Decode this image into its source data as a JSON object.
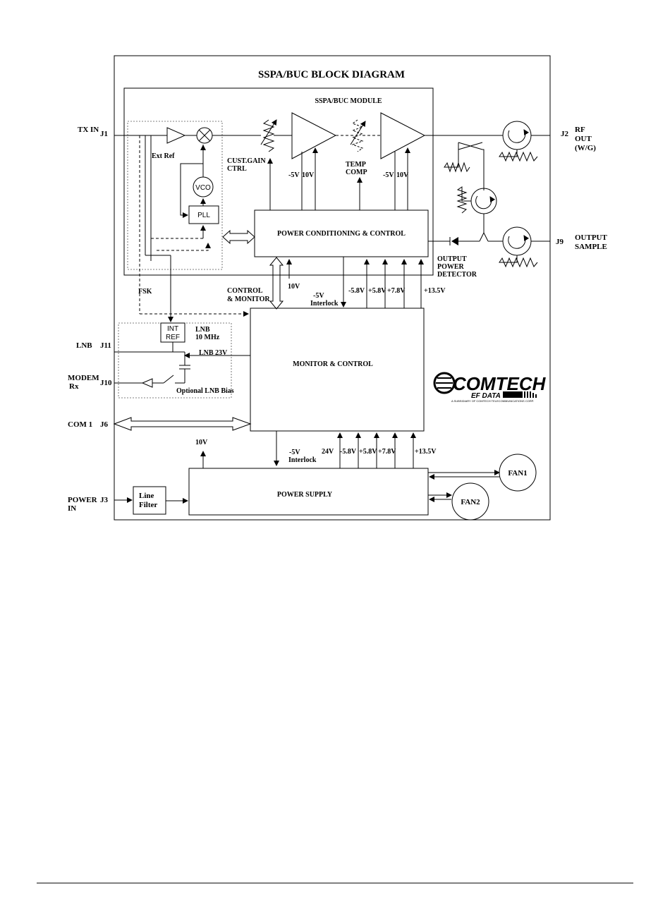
{
  "title": "SSPA/BUC BLOCK DIAGRAM",
  "module_title": "SSPA/BUC MODULE",
  "blocks": {
    "power_conditioning": "POWER CONDITIONING  & CONTROL",
    "monitor_control": "MONITOR & CONTROL",
    "power_supply": "POWER SUPPLY",
    "line_filter_1": "Line",
    "line_filter_2": "Filter",
    "vco": "VCO",
    "pll": "PLL",
    "int_ref_1": "INT",
    "int_ref_2": "REF",
    "fan1": "FAN1",
    "fan2": "FAN2"
  },
  "ports": {
    "tx_in": "TX IN",
    "j1": "J1",
    "j2": "J2",
    "rf_out_1": "RF",
    "rf_out_2": "OUT",
    "rf_out_3": "(W/G)",
    "j9": "J9",
    "output_sample_1": "OUTPUT",
    "output_sample_2": "SAMPLE",
    "lnb": "LNB",
    "j11": "J11",
    "modem_1": "MODEM",
    "modem_2": "Rx",
    "j10": "J10",
    "com1": "COM 1",
    "j6": "J6",
    "power_in_1": "POWER",
    "power_in_2": "IN",
    "j3": "J3"
  },
  "labels": {
    "ext_ref": "Ext Ref",
    "cust_gain_1": "CUST.GAIN",
    "cust_gain_2": "CTRL",
    "temp_comp_1": "TEMP",
    "temp_comp_2": "COMP",
    "fsk": "FSK",
    "control_monitor_1": "CONTROL",
    "control_monitor_2": "& MONITOR",
    "output_power_1": "OUTPUT",
    "output_power_2": "POWER",
    "output_power_3": "DETECTOR",
    "lnb_10mhz_1": "LNB",
    "lnb_10mhz_2": "10 MHz",
    "lnb_23v": "LNB 23V",
    "optional_lnb_bias": "Optional LNB Bias",
    "interlock_top_1": "-5V",
    "interlock_top_2": "Interlock",
    "interlock_bot_1": "-5V",
    "interlock_bot_2": "Interlock"
  },
  "voltages": {
    "amp1_m5v": "-5V",
    "amp1_10v": "10V",
    "amp2_m5v": "-5V",
    "amp2_10v": "10V",
    "pc_10v": "10V",
    "top_m58": "-5.8V",
    "top_p58": "+5.8V",
    "top_p78": "+7.8V",
    "top_p135": "+13.5V",
    "ps_10v": "10V",
    "ps_24v": "24V",
    "ps_m58": "-5.8V",
    "ps_p58": "+5.8V",
    "ps_p78": "+7.8V",
    "ps_p135": "+13.5V"
  },
  "logo": {
    "name": "COMTECH",
    "sub": "EF DATA",
    "tagline": "A SUBSIDIARY OF COMTECH TELECOMMUNICATIONS CORP."
  }
}
